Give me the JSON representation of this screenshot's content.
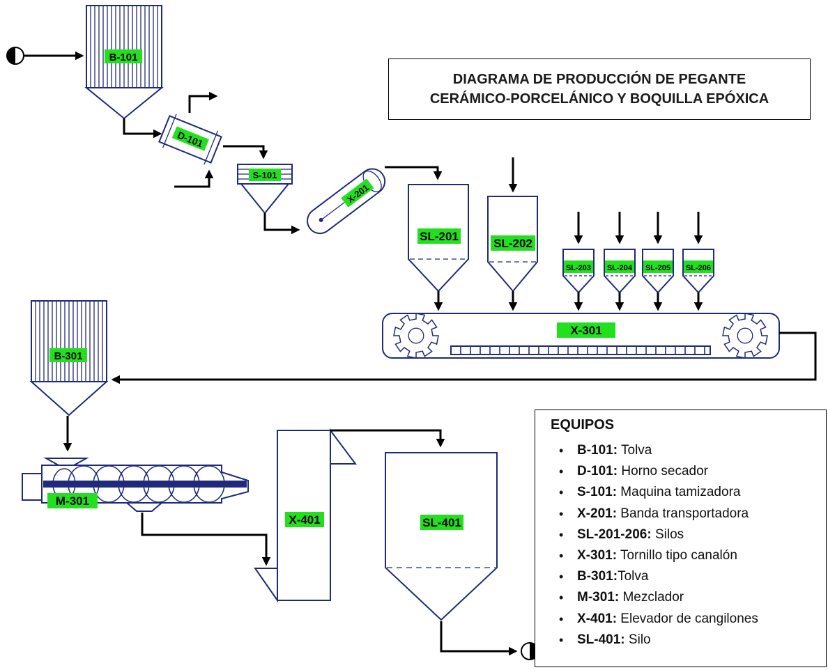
{
  "title": {
    "line1": "DIAGRAMA DE PRODUCCIÓN DE PEGANTE",
    "line2": "CERÁMICO-PORCELÁNICO Y BOQUILLA EPÓXICA"
  },
  "equipment_tags": {
    "b101": "B-101",
    "d101": "D-101",
    "s101": "S-101",
    "x201": "X-201",
    "sl201": "SL-201",
    "sl202": "SL-202",
    "sl203": "SL-203",
    "sl204": "SL-204",
    "sl205": "SL-205",
    "sl206": "SL-206",
    "x301": "X-301",
    "b301": "B-301",
    "m301": "M-301",
    "x401": "X-401",
    "sl401": "SL-401"
  },
  "legend": {
    "title": "EQUIPOS",
    "items": [
      {
        "code": "B-101:",
        "desc": " Tolva"
      },
      {
        "code": "D-101:",
        "desc": " Horno secador"
      },
      {
        "code": "S-101:",
        "desc": " Maquina tamizadora"
      },
      {
        "code": "X-201:",
        "desc": " Banda transportadora"
      },
      {
        "code": "SL-201-206:",
        "desc": " Silos"
      },
      {
        "code": "X-301:",
        "desc": " Tornillo tipo canalón"
      },
      {
        "code": "B-301:",
        "desc": "Tolva"
      },
      {
        "code": "M-301:",
        "desc": " Mezclador"
      },
      {
        "code": "X-401:",
        "desc": " Elevador de cangilones"
      },
      {
        "code": "SL-401:",
        "desc": " Silo"
      }
    ]
  },
  "colors": {
    "equipment_stroke": "#1f2a7a",
    "tag_fill": "#22e01e",
    "flow_line": "#000000"
  },
  "icons": {
    "input": "half-filled-circle-icon",
    "output": "half-filled-circle-icon"
  }
}
